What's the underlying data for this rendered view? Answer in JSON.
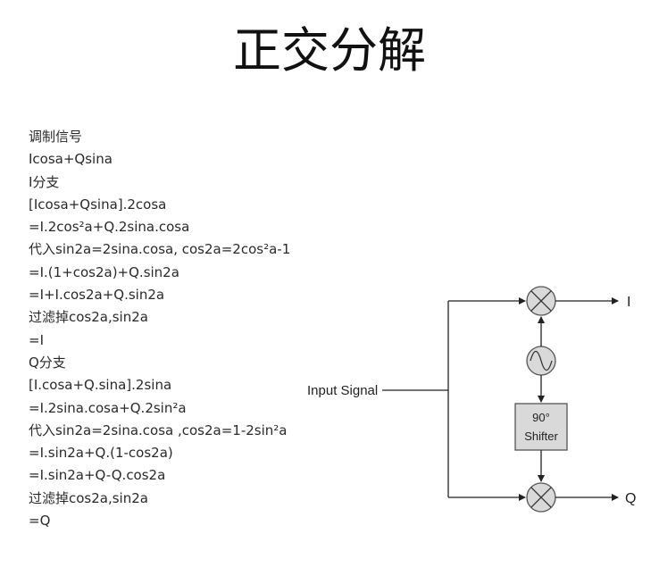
{
  "title": "正交分解",
  "derivation_lines": [
    "调制信号",
    "Icosa+Qsina",
    "I分支",
    "[Icosa+Qsina].2cosa",
    "=I.2cos²a+Q.2sina.cosa",
    "代入sin2a=2sina.cosa, cos2a=2cos²a-1",
    "=I.(1+cos2a)+Q.sin2a",
    "=I+I.cos2a+Q.sin2a",
    "过滤掉cos2a,sin2a",
    "=I",
    "Q分支",
    "[I.cosa+Q.sina].2sina",
    "=I.2sina.cosa+Q.2sin²a",
    "代入sin2a=2sina.cosa ,cos2a=1-2sin²a",
    "=I.sin2a+Q.(1-cos2a)",
    "=I.sin2a+Q-Q.cos2a",
    "过滤掉cos2a,sin2a",
    "=Q"
  ],
  "diagram": {
    "input_label": "Input Signal",
    "output_i": "I",
    "output_q": "Q",
    "shifter_line1": "90°",
    "shifter_line2": "Shifter"
  },
  "colors": {
    "block_fill": "#d9d9d9",
    "block_stroke": "#555555",
    "line": "#222222"
  }
}
